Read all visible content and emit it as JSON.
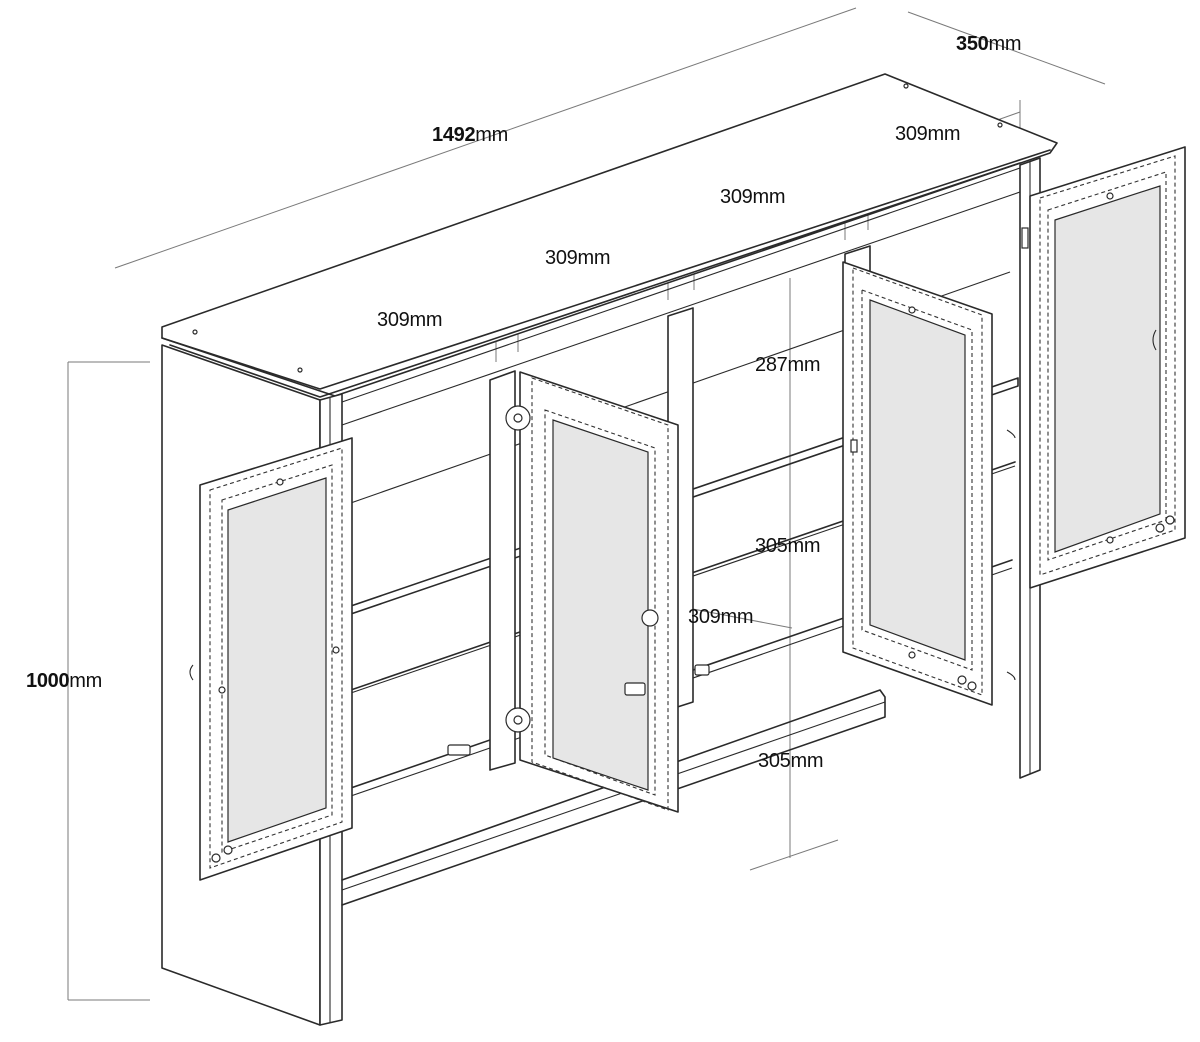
{
  "dimensions": {
    "width": {
      "value": "1492",
      "unit": "mm"
    },
    "depth": {
      "value": "350",
      "unit": "mm"
    },
    "height": {
      "value": "1000",
      "unit": "mm"
    },
    "compartment_width_1": {
      "value": "309",
      "unit": "mm"
    },
    "compartment_width_2": {
      "value": "309",
      "unit": "mm"
    },
    "compartment_width_3": {
      "value": "309",
      "unit": "mm"
    },
    "compartment_width_4": {
      "value": "309",
      "unit": "mm"
    },
    "shelf_spacing_top": {
      "value": "287",
      "unit": "mm"
    },
    "shelf_spacing_middle": {
      "value": "305",
      "unit": "mm"
    },
    "shelf_spacing_bottom": {
      "value": "305",
      "unit": "mm"
    },
    "door_width": {
      "value": "309",
      "unit": "mm"
    }
  },
  "colors": {
    "line": "#2a2a2a",
    "glass": "#e6e6e6",
    "dimension_line": "#7a7a7a",
    "background": "#ffffff"
  }
}
